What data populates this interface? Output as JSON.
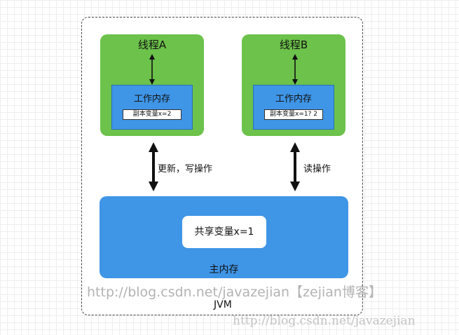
{
  "thread_a": {
    "title": "线程A",
    "working_memory": "工作内存",
    "copy_variable": "副本变量x=2"
  },
  "thread_b": {
    "title": "线程B",
    "working_memory": "工作内存",
    "copy_variable": "副本变量x=1? 2"
  },
  "ops": {
    "update_write": "更新，写操作",
    "read": "读操作"
  },
  "main_memory": {
    "shared_variable": "共享变量x=1",
    "title": "主内存"
  },
  "jvm_label": "JVM",
  "watermark_primary": "http://blog.csdn.net/javazejian【zejian博客】",
  "watermark_secondary": "http://blog.csdn.net/javazejian"
}
